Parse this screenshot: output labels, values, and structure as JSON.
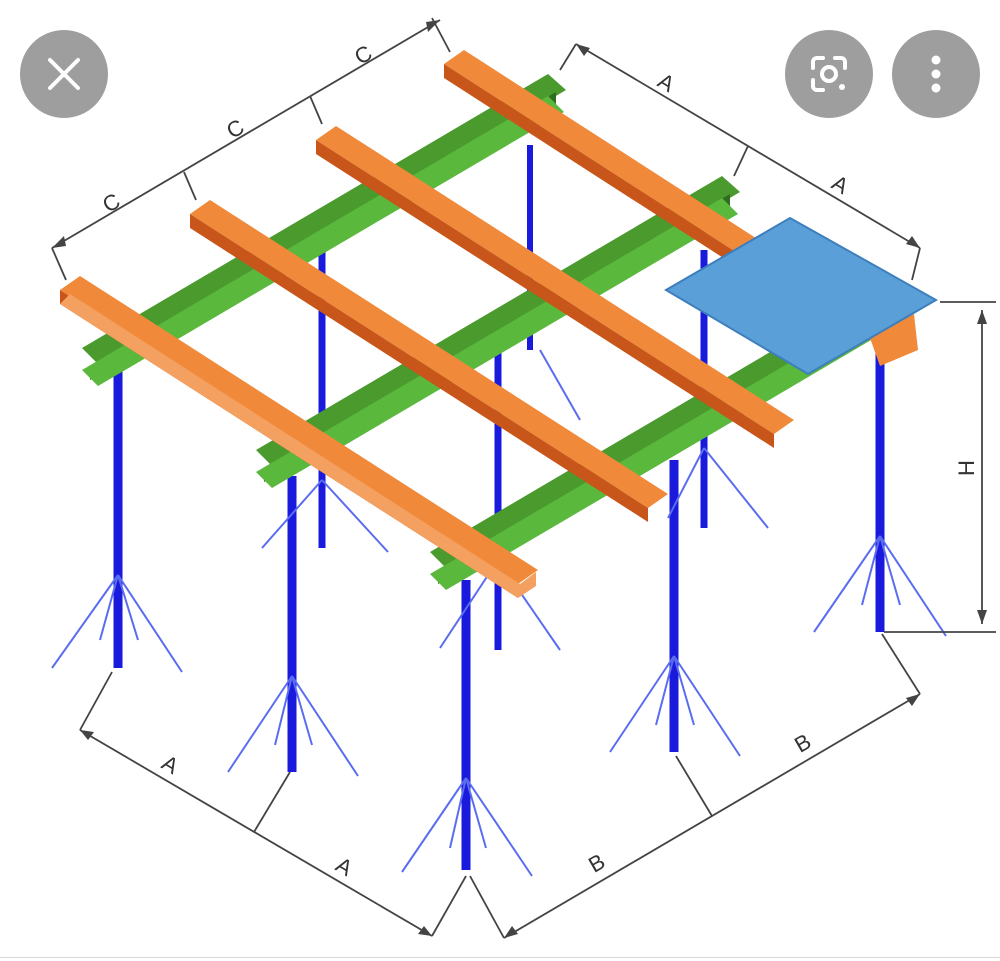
{
  "viewer": {
    "buttons": {
      "close": {
        "icon": "close-icon"
      },
      "lens": {
        "icon": "lens-search-icon"
      },
      "more": {
        "icon": "more-vert-icon"
      }
    }
  },
  "diagram": {
    "dimension_labels": {
      "c1": "C",
      "c2": "C",
      "c3": "C",
      "a_top1": "A",
      "a_top2": "A",
      "h": "H",
      "a_bot1": "A",
      "a_bot2": "A",
      "b1": "B",
      "b2": "B"
    },
    "colors": {
      "primary_beam": "#4a9a2e",
      "secondary_beam": "#e8782a",
      "prop": "#1a1adc",
      "tripod": "#5a6cf0",
      "panel": "#5b9fd8",
      "dimension_line": "#444444"
    }
  }
}
